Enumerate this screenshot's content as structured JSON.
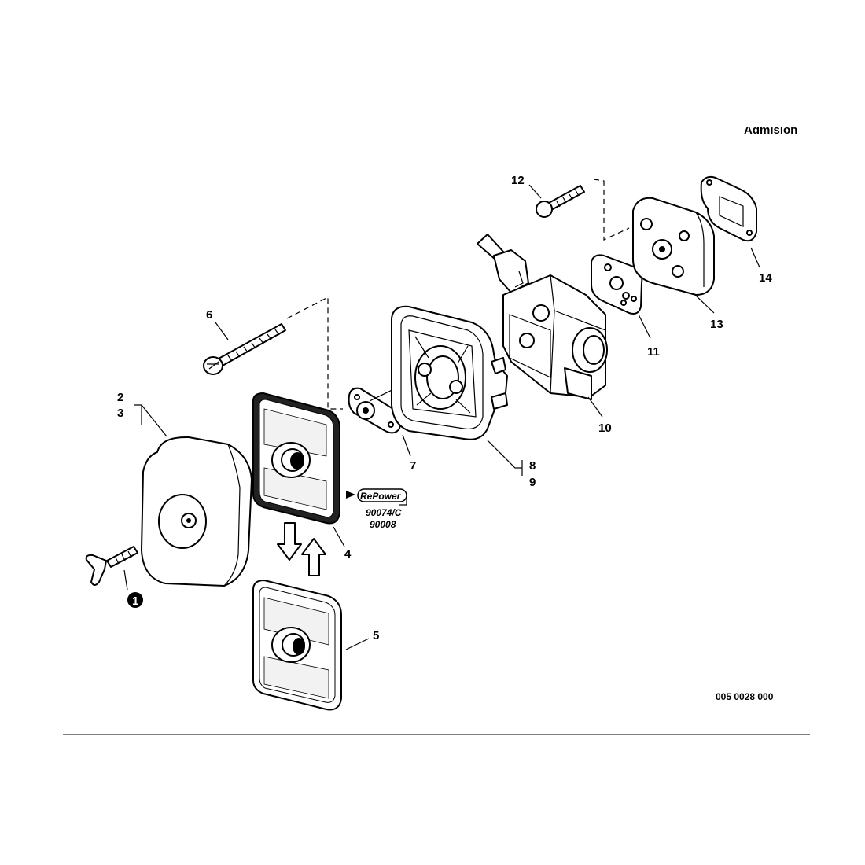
{
  "header": {
    "section_title": "Admision"
  },
  "callouts": {
    "c1": "1",
    "c2": "2",
    "c3": "3",
    "c4": "4",
    "c5": "5",
    "c6": "6",
    "c7": "7",
    "c8": "8",
    "c9": "9",
    "c10": "10",
    "c11": "11",
    "c12": "12",
    "c13": "13",
    "c14": "14"
  },
  "brand": {
    "logo_text": "RePower",
    "part_number_1": "90074/C",
    "part_number_2": "90008"
  },
  "footer": {
    "drawing_code": "005 0028 000"
  }
}
